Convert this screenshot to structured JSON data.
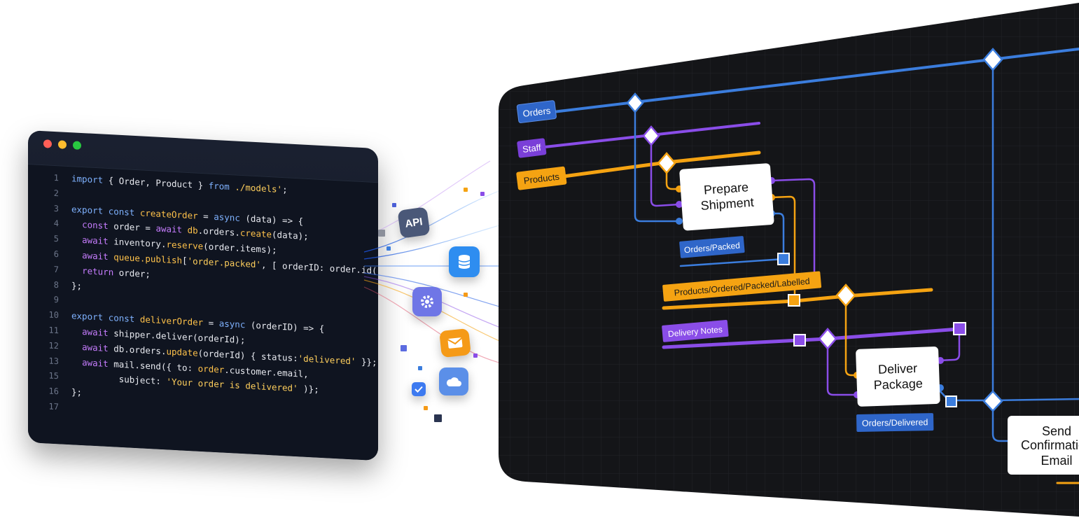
{
  "code": {
    "lines": [
      {
        "n": "1",
        "tokens": [
          [
            "kw2",
            "import "
          ],
          [
            "plain",
            "{ Order, Product } "
          ],
          [
            "kw2",
            "from "
          ],
          [
            "str",
            "./models'"
          ],
          [
            "plain",
            ";"
          ]
        ]
      },
      {
        "n": "2",
        "tokens": []
      },
      {
        "n": "3",
        "tokens": [
          [
            "kw2",
            "export "
          ],
          [
            "kw2",
            "const "
          ],
          [
            "fn",
            "createOrder"
          ],
          [
            "plain",
            " = "
          ],
          [
            "kw2",
            "async "
          ],
          [
            "plain",
            "(data) => {"
          ]
        ]
      },
      {
        "n": "4",
        "tokens": [
          [
            "plain",
            "  "
          ],
          [
            "kw",
            "const "
          ],
          [
            "plain",
            "order = "
          ],
          [
            "kw",
            "await "
          ],
          [
            "fn",
            "db"
          ],
          [
            "plain",
            ".orders."
          ],
          [
            "fn",
            "create"
          ],
          [
            "plain",
            "(data);"
          ]
        ]
      },
      {
        "n": "5",
        "tokens": [
          [
            "plain",
            "  "
          ],
          [
            "kw",
            "await "
          ],
          [
            "plain",
            "inventory."
          ],
          [
            "fn",
            "reserve"
          ],
          [
            "plain",
            "(order.items);"
          ]
        ]
      },
      {
        "n": "6",
        "tokens": [
          [
            "plain",
            "  "
          ],
          [
            "kw",
            "await "
          ],
          [
            "fn",
            "queue.publish"
          ],
          [
            "plain",
            "["
          ],
          [
            "str",
            "'order.packed'"
          ],
          [
            "plain",
            ", [ orderID: order.id()]"
          ]
        ]
      },
      {
        "n": "7",
        "tokens": [
          [
            "plain",
            "  "
          ],
          [
            "kw",
            "return "
          ],
          [
            "plain",
            "order;"
          ]
        ]
      },
      {
        "n": "8",
        "tokens": [
          [
            "plain",
            "};"
          ]
        ]
      },
      {
        "n": "9",
        "tokens": []
      },
      {
        "n": "10",
        "tokens": [
          [
            "kw2",
            "export "
          ],
          [
            "kw2",
            "const "
          ],
          [
            "fn",
            "deliverOrder"
          ],
          [
            "plain",
            " = "
          ],
          [
            "kw2",
            "async "
          ],
          [
            "plain",
            "(orderID) => {"
          ]
        ]
      },
      {
        "n": "11",
        "tokens": [
          [
            "plain",
            "  "
          ],
          [
            "kw",
            "await "
          ],
          [
            "plain",
            "shipper.deliver(orderId);"
          ]
        ]
      },
      {
        "n": "12",
        "tokens": [
          [
            "plain",
            "  "
          ],
          [
            "kw",
            "await "
          ],
          [
            "plain",
            "db.orders."
          ],
          [
            "fn",
            "update"
          ],
          [
            "plain",
            "(orderId) { status:"
          ],
          [
            "str",
            "'delivered'"
          ],
          [
            "plain",
            " }};"
          ]
        ]
      },
      {
        "n": "13",
        "tokens": [
          [
            "plain",
            "  "
          ],
          [
            "kw",
            "await "
          ],
          [
            "plain",
            "mail.send({ to: "
          ],
          [
            "fn",
            "order"
          ],
          [
            "plain",
            ".customer.email,"
          ]
        ]
      },
      {
        "n": "15",
        "tokens": [
          [
            "plain",
            "         subject: "
          ],
          [
            "str",
            "'Your order is delivered'"
          ],
          [
            "plain",
            " )};"
          ]
        ]
      },
      {
        "n": "16",
        "tokens": [
          [
            "plain",
            "};"
          ]
        ]
      },
      {
        "n": "17",
        "tokens": []
      }
    ],
    "window_dots": [
      "#ff5f57",
      "#febc2e",
      "#28c840"
    ]
  },
  "icons": {
    "api_label": "API",
    "names": [
      "api-icon",
      "database-icon",
      "gear-icon",
      "mail-icon",
      "cloud-icon",
      "checkbox-icon"
    ]
  },
  "diagram": {
    "streams": {
      "orders": "Orders",
      "staff": "Staff",
      "products": "Products",
      "orders_packed": "Orders/Packed",
      "products_long": "Products/Ordered/Packed/Labelled",
      "delivery_notes": "Delivery Notes",
      "orders_delivered": "Orders/Delivered"
    },
    "nodes": {
      "prepare_1": "Prepare",
      "prepare_2": "Shipment",
      "deliver_1": "Deliver",
      "deliver_2": "Package",
      "send_1": "Send",
      "send_2": "Confirmation",
      "send_3": "Email"
    },
    "colors": {
      "board": "#141518",
      "blue": "#3b7ddd",
      "purple": "#8a4de8",
      "orange": "#f5a312"
    }
  }
}
